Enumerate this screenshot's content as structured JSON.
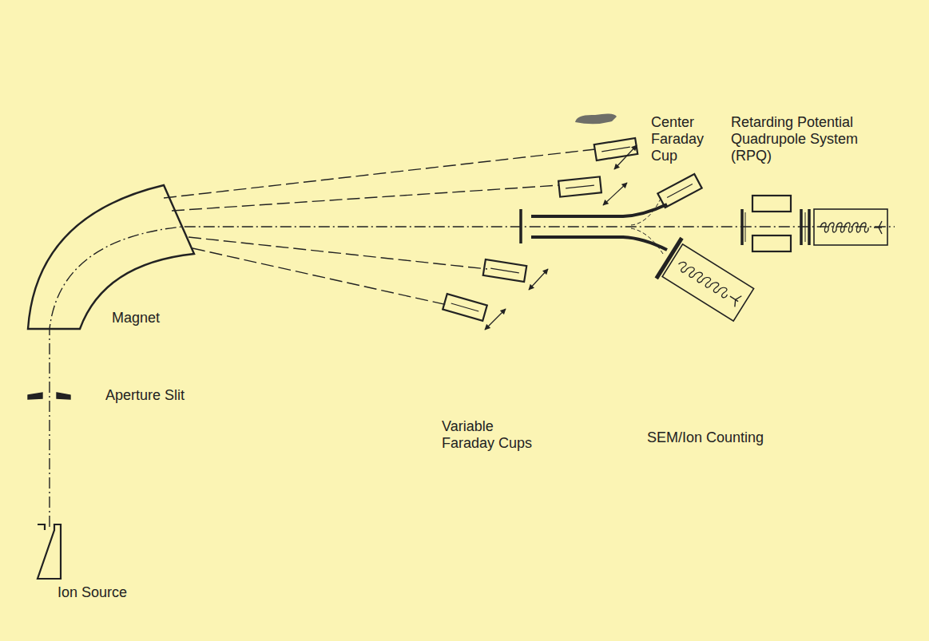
{
  "diagram": {
    "labels": [
      "Center Faraday Cup",
      "Retarding Potential Quadrupole System (RPQ)",
      "Magnet",
      "Aperture Slit",
      "Variable Faraday Cups",
      "SEM/Ion Counting",
      "Ion Source"
    ]
  }
}
